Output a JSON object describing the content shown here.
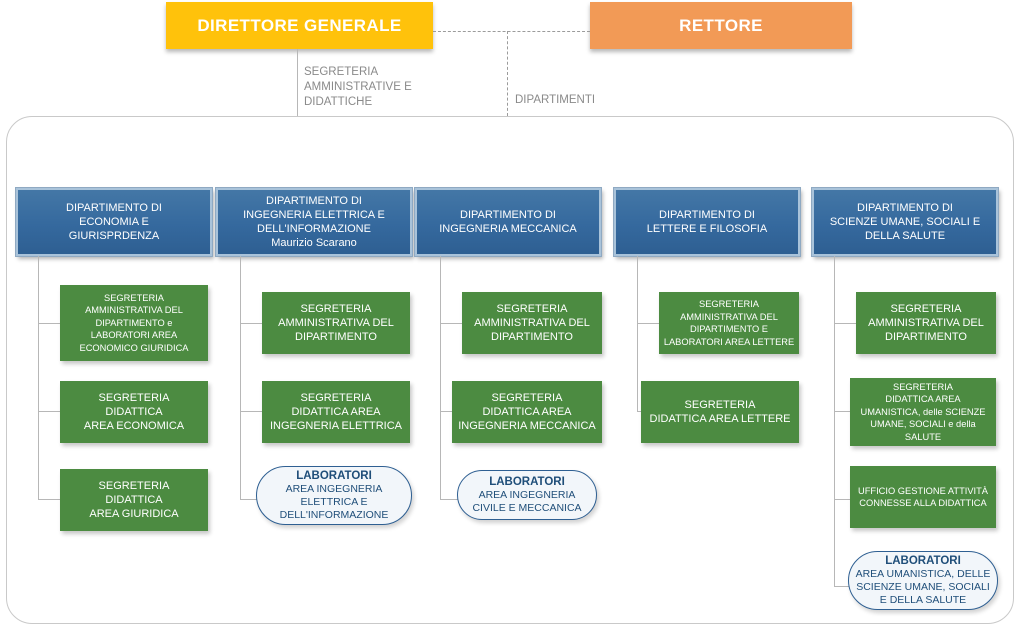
{
  "colors": {
    "direttore_bg": "#FFC20B",
    "rettore_bg": "#F29A56",
    "department_bg": "#35699E",
    "secretariat_bg": "#4C8B41",
    "lab_border": "#2E5F92",
    "lab_text": "#1F4E79",
    "connector": "#b7b7b7",
    "caption_text": "#8a8a8a"
  },
  "top": {
    "direttore_generale": "DIRETTORE GENERALE",
    "rettore": "RETTORE",
    "caption_left": "SEGRETERIA\nAMMINISTRATIVE E\nDIDATTICHE",
    "caption_right": "DIPARTIMENTI"
  },
  "columns": [
    {
      "department": "DIPARTIMENTO DI\nECONOMIA E\nGIURISPRDENZA",
      "head": "",
      "children": [
        "SEGRETERIA\nAMMINISTRATIVA DEL\nDIPARTIMENTO e\nLABORATORI AREA\nECONOMICO GIURIDICA",
        "SEGRETERIA\nDIDATTICA\nAREA ECONOMICA",
        "SEGRETERIA\nDIDATTICA\nAREA GIURIDICA"
      ],
      "lab": null
    },
    {
      "department": "DIPARTIMENTO DI\nINGEGNERIA ELETTRICA E\nDELL'INFORMAZIONE",
      "head": "Maurizio Scarano",
      "children": [
        "SEGRETERIA\nAMMINISTRATIVA DEL\nDIPARTIMENTO",
        "SEGRETERIA\nDIDATTICA AREA\nINGEGNERIA ELETTRICA"
      ],
      "lab": {
        "title": "LABORATORI",
        "body": "AREA INGEGNERIA\nELETTRICA E\nDELL'INFORMAZIONE"
      }
    },
    {
      "department": "DIPARTIMENTO DI\nINGEGNERIA MECCANICA",
      "head": "",
      "children": [
        "SEGRETERIA\nAMMINISTRATIVA DEL\nDIPARTIMENTO",
        "SEGRETERIA\nDIDATTICA AREA\nINGEGNERIA MECCANICA"
      ],
      "lab": {
        "title": "LABORATORI",
        "body": "AREA INGEGNERIA\nCIVILE E MECCANICA"
      }
    },
    {
      "department": "DIPARTIMENTO DI\nLETTERE E FILOSOFIA",
      "head": "",
      "children": [
        "SEGRETERIA\nAMMINISTRATIVA DEL\nDIPARTIMENTO E\nLABORATORI AREA LETTERE",
        "SEGRETERIA\nDIDATTICA AREA LETTERE"
      ],
      "lab": null
    },
    {
      "department": "DIPARTIMENTO DI\nSCIENZE UMANE, SOCIALI E\nDELLA SALUTE",
      "head": "",
      "children": [
        "SEGRETERIA\nAMMINISTRATIVA DEL\nDIPARTIMENTO",
        "SEGRETERIA\nDIDATTICA AREA\nUMANISTICA, delle SCIENZE\nUMANE, SOCIALI e della\nSALUTE",
        "UFFICIO GESTIONE ATTIVITÀ\nCONNESSE ALLA DIDATTICA"
      ],
      "lab": {
        "title": "LABORATORI",
        "body": "AREA UMANISTICA, DELLE\nSCIENZE UMANE, SOCIALI\nE DELLA SALUTE"
      }
    }
  ]
}
